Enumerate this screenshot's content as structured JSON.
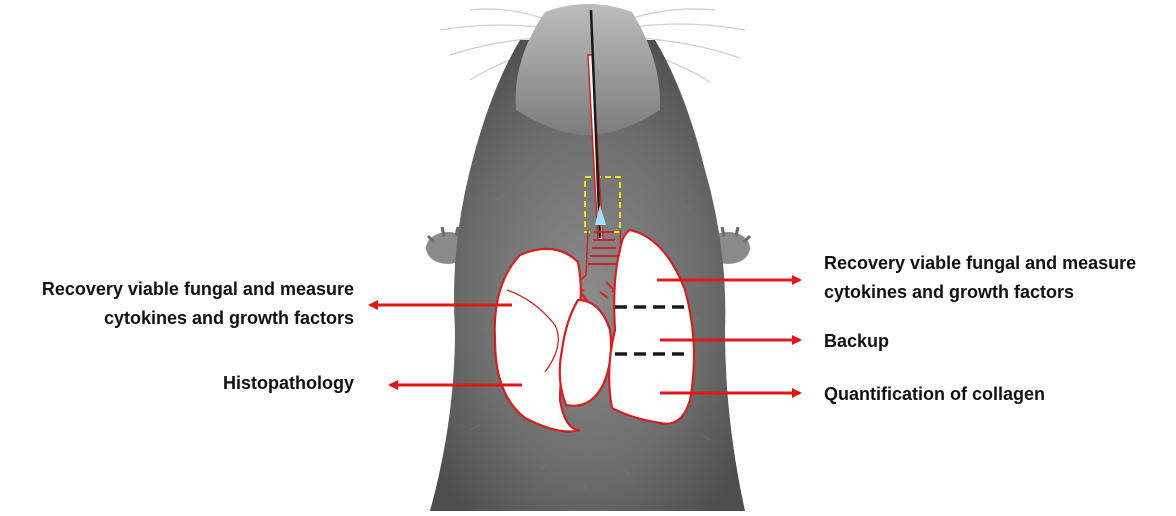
{
  "labels": {
    "left_top": [
      "Recovery viable fungal and measure",
      "cytokines and growth factors"
    ],
    "left_bottom": "Histopathology",
    "right_top": [
      "Recovery viable fungal and measure",
      "cytokines and growth factors"
    ],
    "right_middle": "Backup",
    "right_bottom": "Quantification of collagen"
  },
  "colors": {
    "arrow": "#e01818",
    "lung_outline": "#d42020",
    "lung_fill": "#ffffff",
    "fur_dark": "#5a5a5a",
    "fur_light": "#9a9a9a",
    "dashes": "#1a1a1a",
    "guide_box": "#e6e61a"
  },
  "icons": [
    "mouse-illustration",
    "lung-diagram",
    "trachea-tube"
  ]
}
